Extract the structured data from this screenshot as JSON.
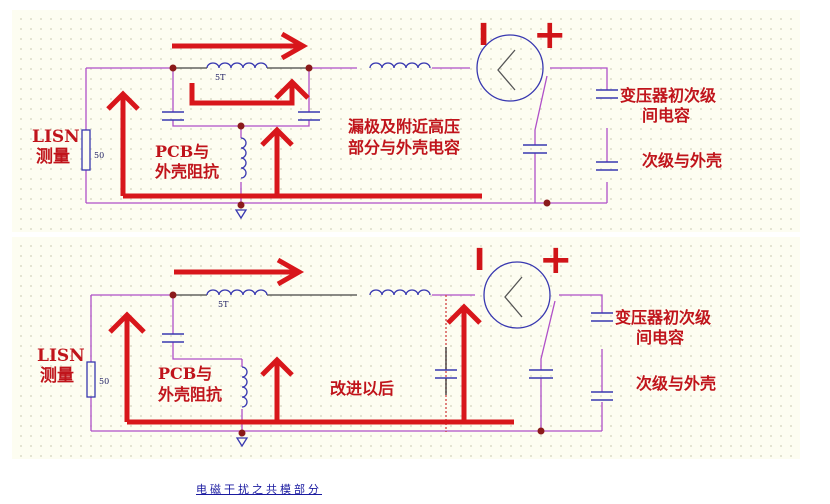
{
  "colors": {
    "wire": "#b050c8",
    "component": "#3838b0",
    "arrow": "#d8161b",
    "node": "#8b1a1a",
    "label": "#c0141b",
    "link": "#1a1aa0"
  },
  "top": {
    "symbol_I": "I",
    "symbol_plus": "+",
    "lisn_line1": "LISN",
    "lisn_line2": "测量",
    "resistor_value": "50",
    "inductor_turns": "5T",
    "pcb_line1": "PCB与",
    "pcb_line2": "外壳阻抗",
    "drain_line1": "漏极及附近高压",
    "drain_line2": "部分与外壳电容",
    "xfmr_line1": "变压器初次级",
    "xfmr_line2": "间电容",
    "secondary": "次级与外壳"
  },
  "bottom": {
    "symbol_I": "I",
    "symbol_plus": "+",
    "lisn_line1": "LISN",
    "lisn_line2": "测量",
    "resistor_value": "50",
    "inductor_turns": "5T",
    "pcb_line1": "PCB与",
    "pcb_line2": "外壳阻抗",
    "improved": "改进以后",
    "xfmr_line1": "变压器初次级",
    "xfmr_line2": "间电容",
    "secondary": "次级与外壳"
  },
  "caption": "电磁干扰之共模部分"
}
